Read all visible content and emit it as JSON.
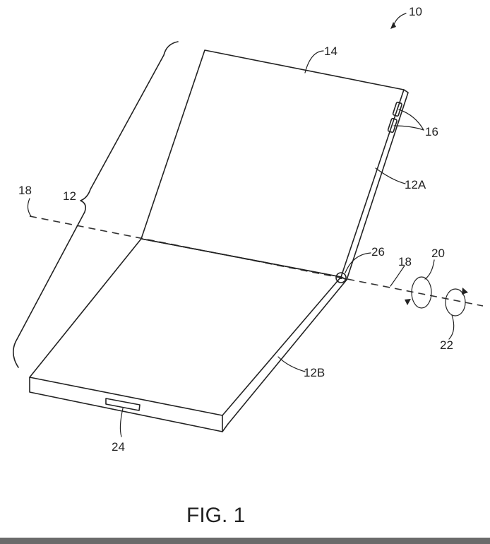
{
  "figure": {
    "caption": "FIG. 1",
    "labels": {
      "device": "10",
      "display": "14",
      "buttons": "16",
      "housing": "12",
      "housing_upper": "12A",
      "housing_lower": "12B",
      "axis_left": "18",
      "axis_right": "18",
      "hinge": "26",
      "rotation_a": "20",
      "rotation_b": "22",
      "port": "24"
    }
  },
  "colors": {
    "line": "#222222",
    "background": "#ffffff",
    "bottom_bar": "#6b6b6b"
  }
}
